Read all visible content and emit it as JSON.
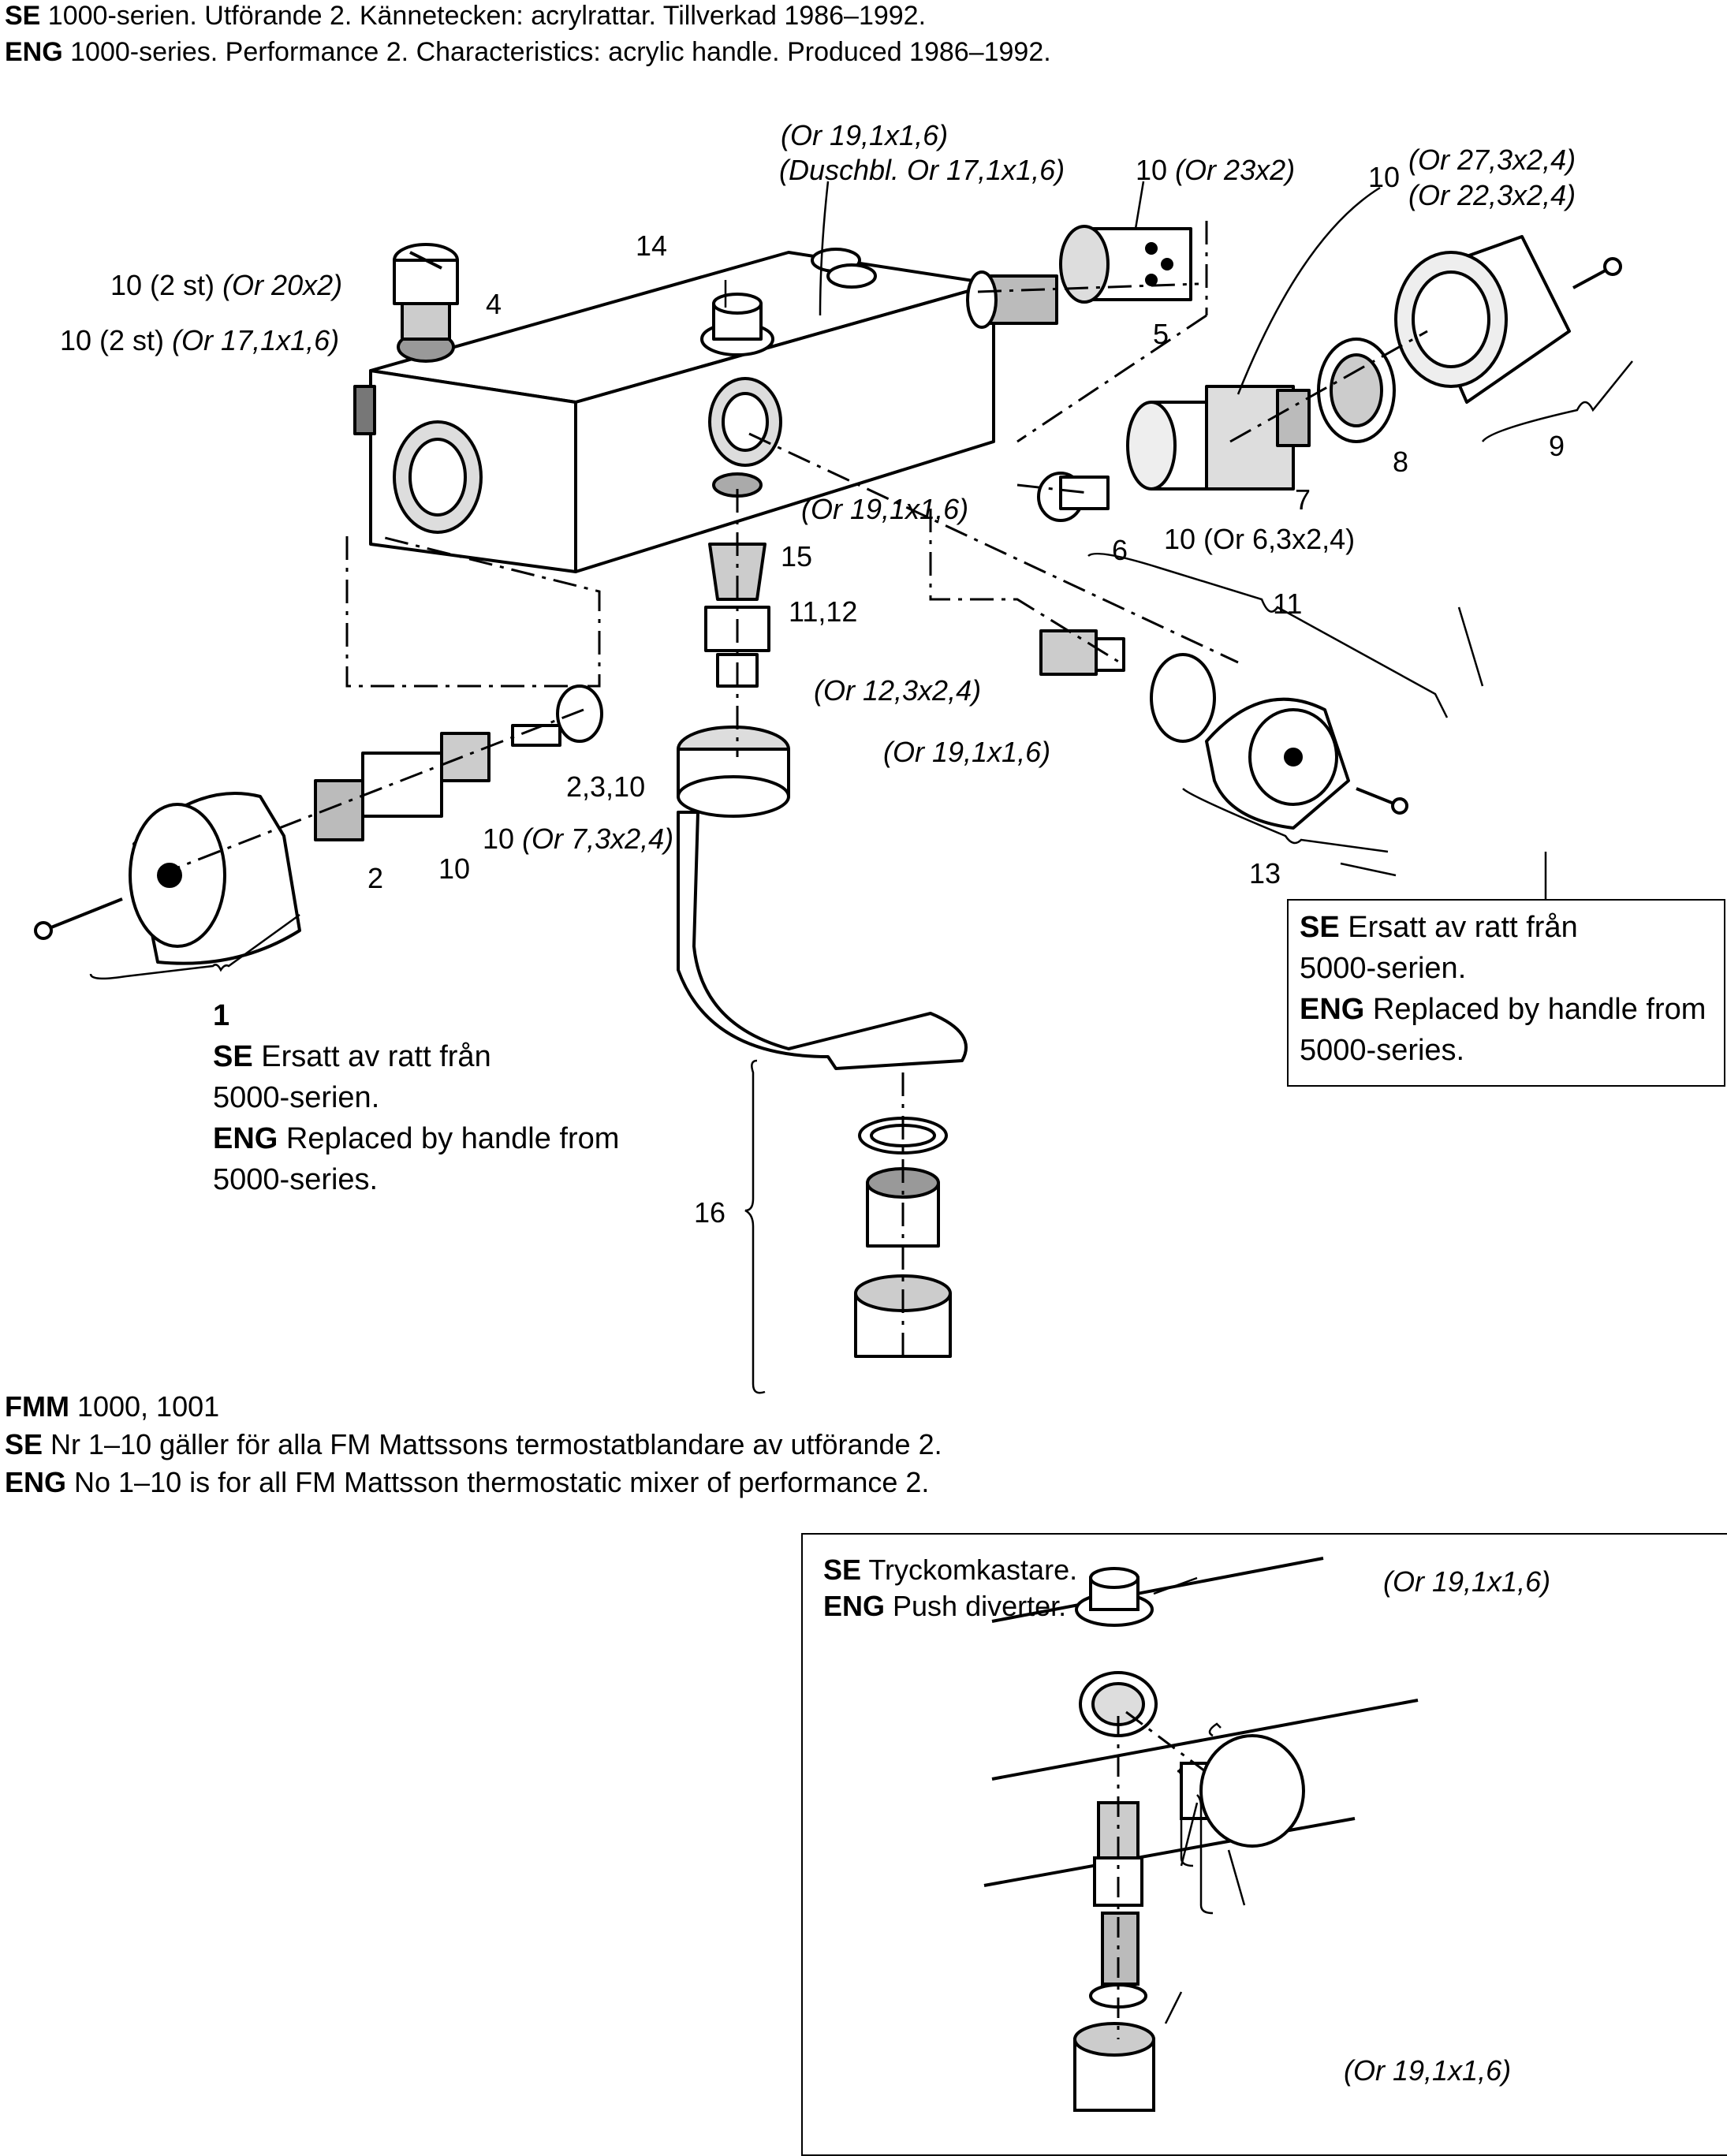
{
  "header": {
    "se_prefix": "SE",
    "se_text": " 1000-serien. Utförande 2. Kännetecken: acrylrattar. Tillverkad 1986–1992.",
    "eng_prefix": "ENG",
    "eng_text": " 1000-series. Performance 2. Characteristics: acrylic handle. Produced 1986–1992."
  },
  "labels": {
    "or191_top": "(Or 19,1x1,6)",
    "duschbl": "(Duschbl. Or 17,1x1,6)",
    "p10_or23": "10",
    "or23": "(Or 23x2)",
    "p10_or27": "10",
    "or27": "(Or 27,3x2,4)",
    "or22": "(Or 22,3x2,4)",
    "p14": "14",
    "p4": "4",
    "p5": "5",
    "p10_2st_a": "10 (2 st)",
    "or20": "(Or 20x2)",
    "p10_2st_b": "10 (2 st)",
    "or17": "(Or 17,1x1,6)",
    "p7": "7",
    "p8": "8",
    "p9": "9",
    "p6": "6",
    "p10_or6": "10 (Or 6,3x2,4)",
    "or191_mid": "(Or 19,1x1,6)",
    "p15": "15",
    "p1112": "11,12",
    "p11": "11",
    "or123": "(Or 12,3x2,4)",
    "or191_b": "(Or 19,1x1,6)",
    "p2310": "2,3,10",
    "p10_or7": "10",
    "or7": "(Or 7,3x2,4)",
    "p2": "2",
    "p10": "10",
    "p13": "13",
    "p16": "16",
    "p1": "1"
  },
  "left_note": {
    "se_prefix": "SE",
    "se_text": " Ersatt av ratt från",
    "se_text2": "5000-serien.",
    "eng_prefix": "ENG",
    "eng_text": " Replaced by handle from",
    "eng_text2": "5000-series."
  },
  "right_note": {
    "se_prefix": "SE",
    "se_text": " Ersatt av ratt från",
    "se_text2": "5000-serien.",
    "eng_prefix": "ENG",
    "eng_text": " Replaced by handle from",
    "eng_text2": "5000-series."
  },
  "footer": {
    "fmm_prefix": "FMM",
    "fmm_text": " 1000, 1001",
    "se_prefix": "SE",
    "se_text": " Nr 1–10 gäller för alla FM Mattssons termostatblandare av utförande 2.",
    "eng_prefix": "ENG",
    "eng_text": " No 1–10 is for all FM Mattsson thermostatic mixer of performance 2."
  },
  "inset": {
    "se_prefix": "SE",
    "se_text": " Tryckomkastare.",
    "eng_prefix": "ENG",
    "eng_text": " Push diverter.",
    "or_top": "(Or 19,1x1,6)",
    "or_bottom": "(Or 19,1x1,6)"
  }
}
